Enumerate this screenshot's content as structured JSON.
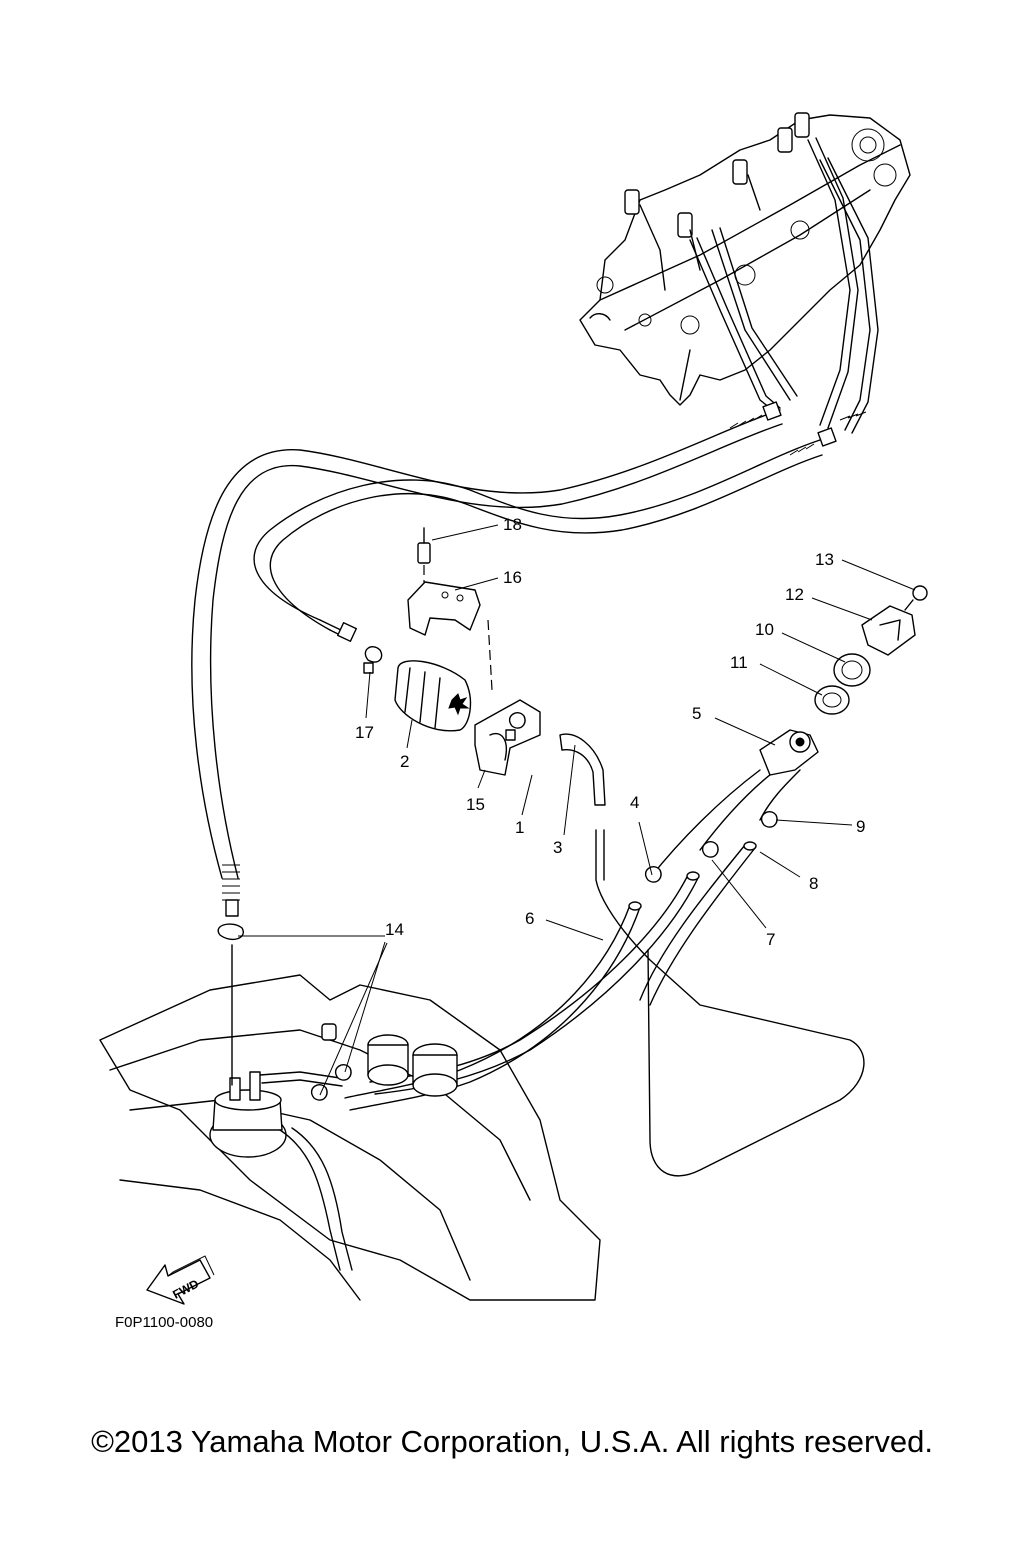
{
  "diagram": {
    "callouts": [
      {
        "id": "1",
        "text": "1"
      },
      {
        "id": "2",
        "text": "2"
      },
      {
        "id": "3",
        "text": "3"
      },
      {
        "id": "4",
        "text": "4"
      },
      {
        "id": "5",
        "text": "5"
      },
      {
        "id": "6",
        "text": "6"
      },
      {
        "id": "7",
        "text": "7"
      },
      {
        "id": "8",
        "text": "8"
      },
      {
        "id": "9",
        "text": "9"
      },
      {
        "id": "10",
        "text": "10"
      },
      {
        "id": "11",
        "text": "11"
      },
      {
        "id": "12",
        "text": "12"
      },
      {
        "id": "13",
        "text": "13"
      },
      {
        "id": "14",
        "text": "14"
      },
      {
        "id": "15",
        "text": "15"
      },
      {
        "id": "16",
        "text": "16"
      },
      {
        "id": "17",
        "text": "17"
      },
      {
        "id": "18",
        "text": "18"
      }
    ],
    "fwd_arrow_text": "FWD",
    "drawing_code": "F0P1100-0080",
    "copyright": "©2013 Yamaha Motor Corporation, U.S.A. All rights reserved."
  }
}
